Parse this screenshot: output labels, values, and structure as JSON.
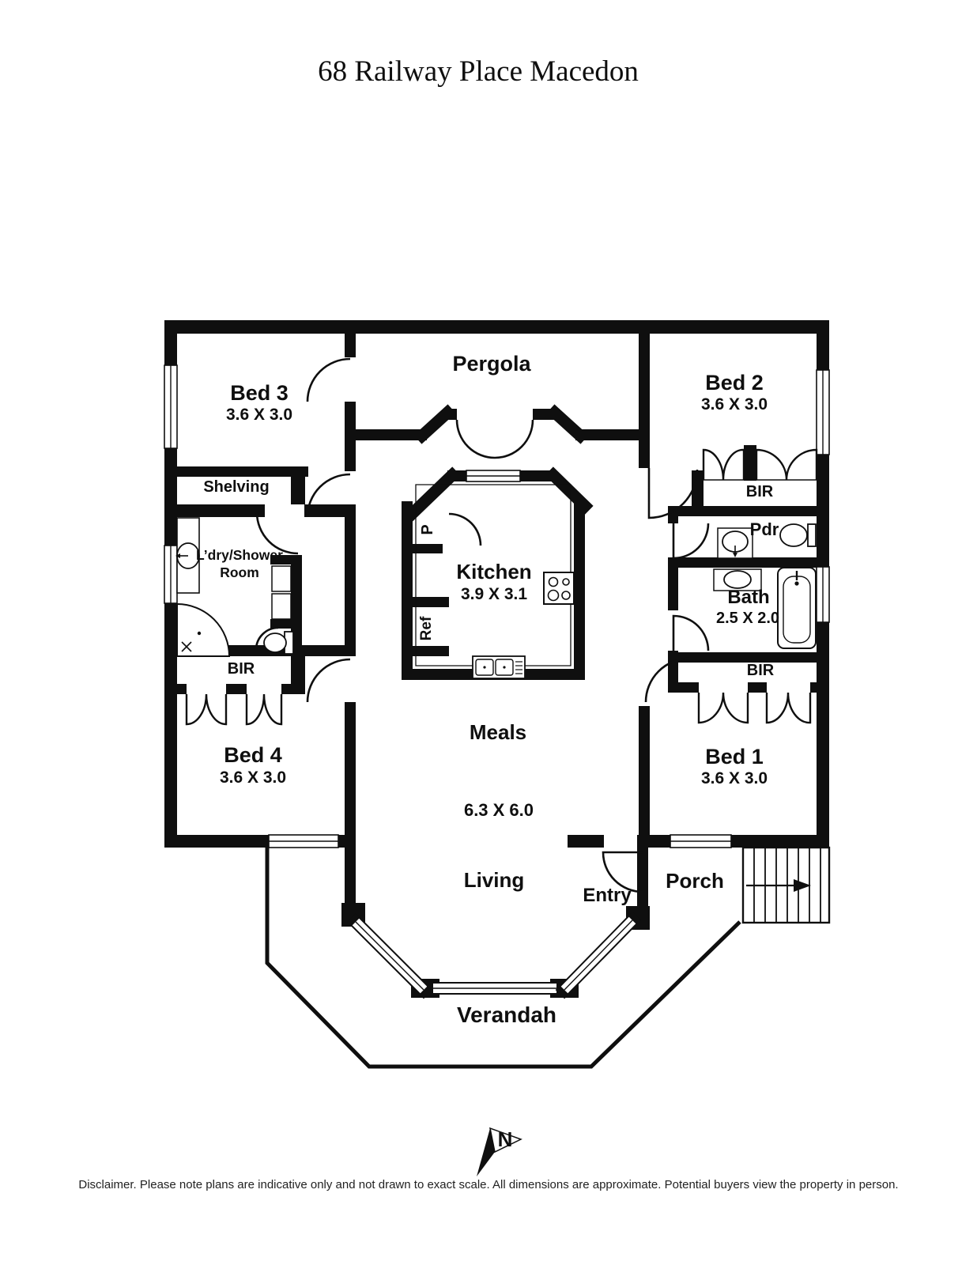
{
  "page": {
    "title": "68 Railway Place Macedon",
    "disclaimer": "Disclaimer. Please note plans are indicative only and not drawn to exact scale. All dimensions are approximate. Potential buyers view the property in person."
  },
  "compass": {
    "north_label": "N"
  },
  "rooms": {
    "bed3": {
      "name": "Bed 3",
      "dims": "3.6 X 3.0"
    },
    "pergola": {
      "name": "Pergola"
    },
    "bed2": {
      "name": "Bed 2",
      "dims": "3.6 X 3.0"
    },
    "shelving": {
      "name": "Shelving"
    },
    "laundry": {
      "line1": "L’dry/Shower",
      "line2": "Room"
    },
    "kitchen": {
      "name": "Kitchen",
      "dims": "3.9 X 3.1"
    },
    "pantry": {
      "abbr": "P"
    },
    "fridge": {
      "abbr": "Ref"
    },
    "bir_bed2": {
      "name": "BIR"
    },
    "pdr": {
      "name": "Pdr"
    },
    "bath": {
      "name": "Bath",
      "dims": "2.5 X 2.0"
    },
    "bir_bath": {
      "name": "BIR"
    },
    "bir_left": {
      "name": "BIR"
    },
    "bed4": {
      "name": "Bed 4",
      "dims": "3.6 X 3.0"
    },
    "bed1": {
      "name": "Bed 1",
      "dims": "3.6 X 3.0"
    },
    "meals": {
      "name": "Meals"
    },
    "living": {
      "name": "Living",
      "dims": "6.3 X 6.0"
    },
    "entry": {
      "name": "Entry"
    },
    "porch": {
      "name": "Porch"
    },
    "verandah": {
      "name": "Verandah"
    }
  }
}
